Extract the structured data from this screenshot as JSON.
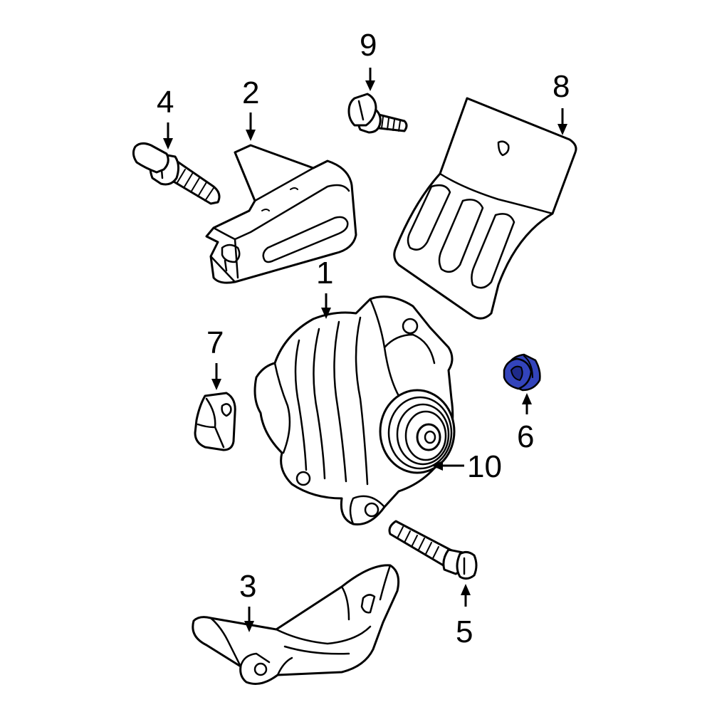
{
  "callouts": {
    "c1": "1",
    "c2": "2",
    "c3": "3",
    "c4": "4",
    "c5": "5",
    "c6": "6",
    "c7": "7",
    "c8": "8",
    "c9": "9",
    "c10": "10"
  },
  "colors": {
    "highlight": "#3344bb",
    "line": "#000000",
    "background": "#ffffff"
  }
}
